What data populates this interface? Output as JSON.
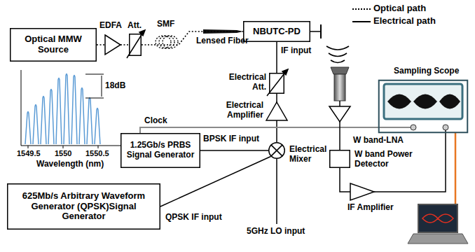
{
  "diagram": {
    "nodes": [
      {
        "text": [
          "Optical MMW Source"
        ]
      },
      {
        "text": [
          "EDFA"
        ]
      },
      {
        "text": [
          "Att."
        ]
      },
      {
        "text": [
          "NBUTC-PD"
        ]
      },
      {
        "text": [
          "Electrical Att."
        ]
      },
      {
        "text": [
          "Electrical Amplifier"
        ]
      },
      {
        "text": [
          "1.25Gb/s PRBS Signal Generator"
        ]
      },
      {
        "text": [
          "Electrical Mixer"
        ]
      },
      {
        "text": [
          "625Mb/s Arbitrary Waveform Generator (QPSK)Signal Generator"
        ]
      },
      {
        "text": [
          "W band-LNA"
        ]
      },
      {
        "text": [
          "W band Power Detector"
        ]
      },
      {
        "text": [
          "IF Amplifier"
        ]
      },
      {
        "text": [
          "Sampling Scope"
        ]
      }
    ],
    "edges": [
      {
        "from": 0,
        "to": 1,
        "arrow": "none"
      },
      {
        "from": 1,
        "to": 2,
        "arrow": "none"
      },
      {
        "from": 2,
        "to": 3,
        "arrow": "none"
      },
      {
        "from": 4,
        "to": 3,
        "arrow": "none"
      },
      {
        "from": 5,
        "to": 4,
        "arrow": "none"
      },
      {
        "from": 7,
        "to": 5,
        "arrow": "none"
      },
      {
        "from": 6,
        "to": 7,
        "arrow": "none"
      },
      {
        "from": 8,
        "to": 7,
        "arrow": "none"
      },
      {
        "from": 6,
        "to": 12,
        "arrow": "none"
      },
      {
        "from": 9,
        "to": 10,
        "arrow": "none"
      },
      {
        "from": 10,
        "to": 11,
        "arrow": "none"
      },
      {
        "from": 11,
        "to": 12,
        "arrow": "none"
      }
    ],
    "labels": [
      "SMF",
      "Lensed Fiber",
      "IF input",
      "Clock",
      "BPSK IF input",
      "QPSK IF input",
      "5GHz LO input",
      "18dB",
      "1549.5",
      "1550",
      "1550.5",
      "Wavelength (nm)"
    ],
    "legend": [
      {
        "text": "Optical path"
      },
      {
        "text": "Electrical path"
      }
    ]
  }
}
